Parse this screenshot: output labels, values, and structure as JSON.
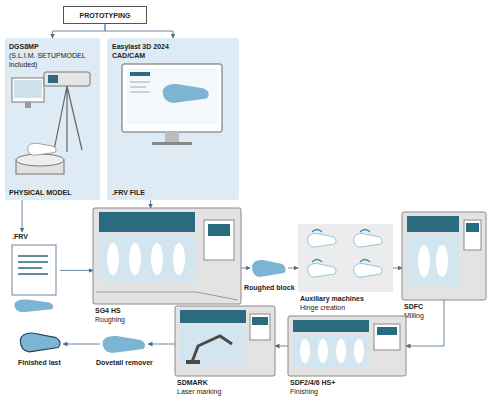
{
  "diagram": {
    "nodes": [
      {
        "text": [
          "PROTOTYPING"
        ]
      },
      {
        "text": [
          "DGS8MP",
          "(S.L.I.M. SETUPMODEL included)",
          "PHYSICAL MODEL"
        ]
      },
      {
        "text": [
          "Easylast 3D 2024 CAD/CAM",
          ".FRV FILE"
        ]
      },
      {
        "text": [
          ".FRV"
        ]
      },
      {
        "text": [
          "SG4 HS",
          "Roughing"
        ]
      },
      {
        "text": [
          "Roughed block"
        ]
      },
      {
        "text": [
          "Auxiliary machines",
          "Hinge creation"
        ]
      },
      {
        "text": [
          "SDFC",
          "Milling"
        ]
      },
      {
        "text": [
          "SDF2/4/6 HS+",
          "Finishing"
        ]
      },
      {
        "text": [
          "SDMARK",
          "Laser marking"
        ]
      },
      {
        "text": [
          "Dovetail remover"
        ]
      },
      {
        "text": [
          "Finished last"
        ]
      }
    ],
    "edges": [
      {
        "from": 0,
        "to": 1,
        "arrow": "to"
      },
      {
        "from": 0,
        "to": 2,
        "arrow": "to"
      },
      {
        "from": 1,
        "to": 3,
        "arrow": "to"
      },
      {
        "from": 2,
        "to": 4,
        "arrow": "to"
      },
      {
        "from": 3,
        "to": 4,
        "arrow": "to"
      },
      {
        "from": 4,
        "to": 5,
        "arrow": "to"
      },
      {
        "from": 5,
        "to": 6,
        "arrow": "to"
      },
      {
        "from": 6,
        "to": 7,
        "arrow": "to"
      },
      {
        "from": 7,
        "to": 8,
        "arrow": "to"
      },
      {
        "from": 8,
        "to": 9,
        "arrow": "to"
      },
      {
        "from": 9,
        "to": 10,
        "arrow": "to"
      },
      {
        "from": 10,
        "to": 11,
        "arrow": "to"
      }
    ]
  }
}
